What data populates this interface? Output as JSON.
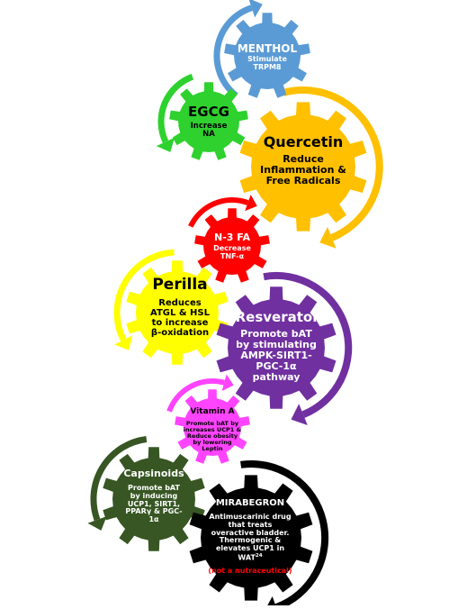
{
  "gears": [
    {
      "key": "menthol",
      "color": "#5b9bd5",
      "text_color": "#ffffff",
      "title": "MENTHOL",
      "desc": "Stimulate TRPM8"
    },
    {
      "key": "egcg",
      "color": "#2ed12e",
      "text_color": "#000000",
      "title": "EGCG",
      "desc": "Increase NA"
    },
    {
      "key": "quercetin",
      "color": "#ffc000",
      "text_color": "#000000",
      "title": "Quercetin",
      "desc": "Reduce Inflammation & Free Radicals"
    },
    {
      "key": "n3fa",
      "color": "#ff0000",
      "text_color": "#ffffff",
      "title": "N-3 FA",
      "desc": "Decrease TNF-α"
    },
    {
      "key": "perilla",
      "color": "#ffff00",
      "text_color": "#000000",
      "title": "Perilla",
      "desc": "Reduces ATGL & HSL to increase β-oxidation"
    },
    {
      "key": "resveratol",
      "color": "#7030a0",
      "text_color": "#ffffff",
      "title": "Resveratol",
      "desc": "Promote bAT by stimulating AMPK-SIRT1-PGC-1α pathway"
    },
    {
      "key": "vitamin_a",
      "color": "#ff44ff",
      "text_color": "#000000",
      "title": "Vitamin A",
      "desc": "Promote bAT by increases UCP1 & Reduce obesity by lowering Leptin"
    },
    {
      "key": "capsinoids",
      "color": "#375623",
      "text_color": "#ffffff",
      "title": "Capsinoids",
      "desc": "Promote bAT by inducing UCP1, SIRT1, PPARγ & PGC-1α"
    },
    {
      "key": "mirabegron",
      "color": "#000000",
      "text_color": "#ffffff",
      "title": "MIRABEGRON",
      "desc": "Antimuscarinic drug that treats overactive bladder. Thermogenic & elevates UCP1 in WAT",
      "superscript": "24",
      "note": "(not a nutraceutical)",
      "note_color": "#ff0000"
    }
  ]
}
